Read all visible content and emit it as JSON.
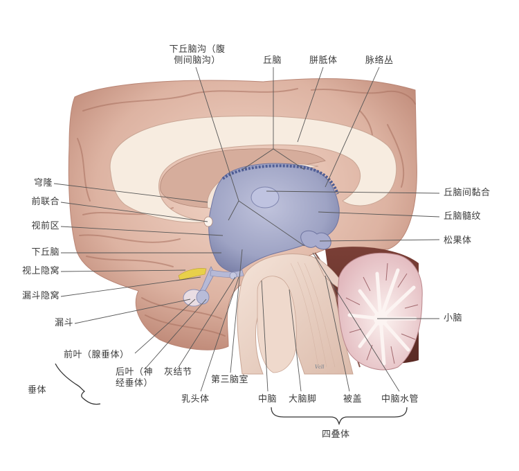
{
  "figure": {
    "subject": "脑正中矢状切面（间脑与垂体）",
    "colors": {
      "cortex": "#dcb3a3",
      "cortex_shadow": "#a4695a",
      "corpus_callosum": "#f7ece0",
      "third_ventricle": "#9ea3c4",
      "ventricle_highlight": "#c4c7de",
      "choroid_plexus": "#4f5d95",
      "brainstem": "#ecd5c8",
      "cerebellum_gray": "#d7a6ad",
      "cerebellum_white": "#fbf0ee",
      "optic_yellow": "#e8d04a",
      "leader_line": "#555555"
    },
    "signature": "Vcll"
  },
  "labels": {
    "top": [
      {
        "id": "hypothalamic-sulcus",
        "line1": "下丘脑沟（腹",
        "line2": "侧间脑沟）"
      },
      {
        "id": "thalamus",
        "text": "丘脑"
      },
      {
        "id": "corpus-callosum",
        "text": "胼胝体"
      },
      {
        "id": "choroid-plexus",
        "text": "脉络丛"
      }
    ],
    "left": [
      {
        "id": "fornix",
        "text": "穹隆"
      },
      {
        "id": "anterior-commissure",
        "text": "前联合"
      },
      {
        "id": "preoptic-area",
        "text": "视前区"
      },
      {
        "id": "hypothalamus",
        "text": "下丘脑"
      },
      {
        "id": "supraoptic-recess",
        "text": "视上隐窝"
      },
      {
        "id": "infundibular-recess",
        "text": "漏斗隐窝"
      },
      {
        "id": "infundibulum",
        "text": "漏斗"
      }
    ],
    "right": [
      {
        "id": "interthalamic-adhesion",
        "text": "丘脑间黏合"
      },
      {
        "id": "stria-medullaris",
        "text": "丘脑髓纹"
      },
      {
        "id": "pineal-body",
        "text": "松果体"
      },
      {
        "id": "cerebellum",
        "text": "小脑"
      }
    ],
    "bottom": [
      {
        "id": "anterior-lobe",
        "text": "前叶（腺垂体）"
      },
      {
        "id": "posterior-lobe",
        "line1": "后叶（神",
        "line2": "经垂体）"
      },
      {
        "id": "tuber-cinereum",
        "text": "灰结节"
      },
      {
        "id": "third-ventricle",
        "text": "第三脑室"
      },
      {
        "id": "mammillary-body",
        "text": "乳头体"
      },
      {
        "id": "midbrain",
        "text": "中脑"
      },
      {
        "id": "cerebral-peduncle",
        "text": "大脑脚"
      },
      {
        "id": "tegmentum",
        "text": "被盖"
      },
      {
        "id": "cerebral-aqueduct",
        "text": "中脑水管"
      }
    ],
    "groups": {
      "hypophysis": "垂体",
      "corpora-quadrigemina": "四叠体"
    }
  }
}
